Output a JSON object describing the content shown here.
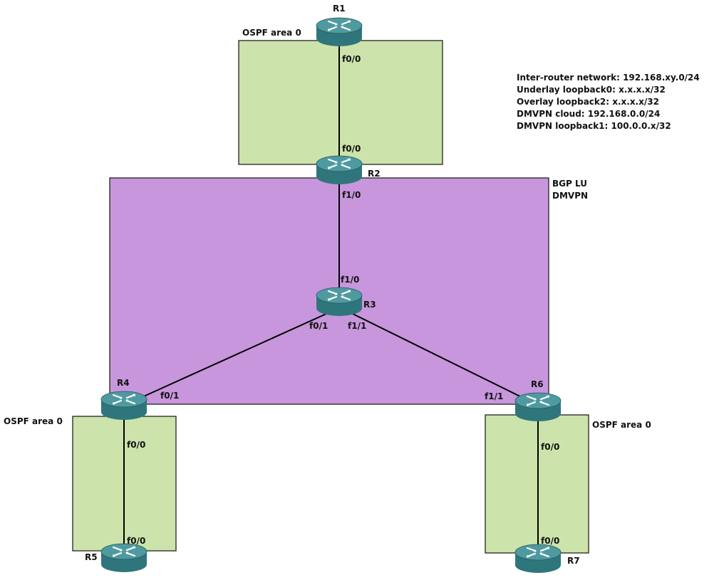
{
  "colors": {
    "ospf_area": "#cce3ab",
    "bgp_area": "#c896dc",
    "router_top": "#4f9aa0",
    "router_side": "#2f767c",
    "link": "#000000"
  },
  "areas": {
    "ospf_top": "OSPF area 0",
    "ospf_left": "OSPF area 0",
    "ospf_right": "OSPF area 0",
    "bgp_line1": "BGP LU",
    "bgp_line2": "DMVPN"
  },
  "routers": [
    {
      "name": "R1",
      "icon": "router-icon"
    },
    {
      "name": "R2",
      "icon": "router-icon"
    },
    {
      "name": "R3",
      "icon": "router-icon"
    },
    {
      "name": "R4",
      "icon": "router-icon"
    },
    {
      "name": "R5",
      "icon": "router-icon"
    },
    {
      "name": "R6",
      "icon": "router-icon"
    },
    {
      "name": "R7",
      "icon": "router-icon"
    }
  ],
  "interfaces": {
    "r1_f00": "f0/0",
    "r2_f00": "f0/0",
    "r2_f10": "f1/0",
    "r3_f10": "f1/0",
    "r3_f01": "f0/1",
    "r3_f11": "f1/1",
    "r4_f01": "f0/1",
    "r4_f00": "f0/0",
    "r5_f00": "f0/0",
    "r6_f11": "f1/1",
    "r6_f00": "f0/0",
    "r7_f00": "f0/0"
  },
  "notes": [
    "Inter-router network: 192.168.xy.0/24",
    "Underlay loopback0: x.x.x.x/32",
    "Overlay loopback2: x.x.x.x/32",
    "DMVPN cloud: 192.168.0.0/24",
    "DMVPN loopback1: 100.0.0.x/32"
  ]
}
